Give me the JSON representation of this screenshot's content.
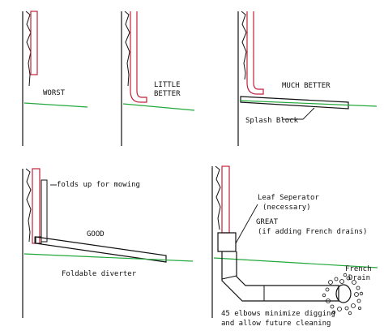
{
  "panels": {
    "worst": {
      "label": "WORST"
    },
    "little_better": {
      "label_line1": "LITTLE",
      "label_line2": "BETTER"
    },
    "much_better": {
      "label": "MUCH BETTER",
      "callout": "Splash Block"
    },
    "good": {
      "label": "GOOD",
      "callout_top": "folds up for mowing",
      "callout_bottom": "Foldable diverter"
    },
    "great": {
      "leaf_label_line1": "Leaf Seperator",
      "leaf_label_line2": "(necessary)",
      "label_line1": "GREAT",
      "label_line2": "(if adding French drains)",
      "drain_label_line1": "French",
      "drain_label_line2": "Drain",
      "note_line1": "45 elbows minimize digging",
      "note_line2": "and allow future cleaning"
    }
  },
  "colors": {
    "ink": "#111111",
    "downspout": "#c0203a",
    "ground": "#22a83a",
    "pipe": "#c0203a"
  }
}
